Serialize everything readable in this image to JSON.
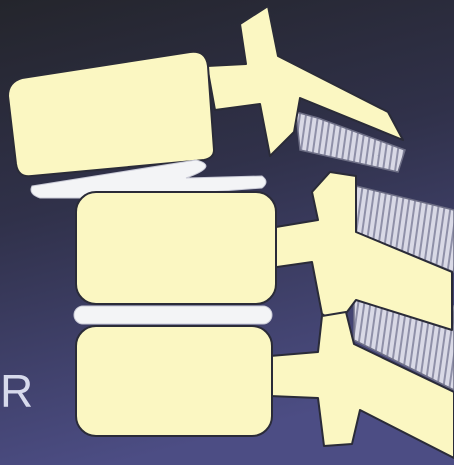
{
  "figure": {
    "side_label": "R",
    "vertebrae": [
      {
        "id": "upper",
        "state": "displaced"
      },
      {
        "id": "middle",
        "state": "aligned"
      },
      {
        "id": "lower",
        "state": "aligned"
      }
    ],
    "discs": [
      {
        "id": "upper-disc",
        "state": "wedged"
      },
      {
        "id": "lower-disc",
        "state": "normal"
      }
    ]
  },
  "colors": {
    "background_top": "#26272f",
    "background_bottom": "#4a4b7e",
    "bone_fill": "#fbf7c2",
    "bone_outline": "#2a2b38",
    "disc_fill": "#f3f4f6",
    "ligament_fill": "#cfcfe0",
    "ligament_stripe": "#8e8fa6"
  }
}
